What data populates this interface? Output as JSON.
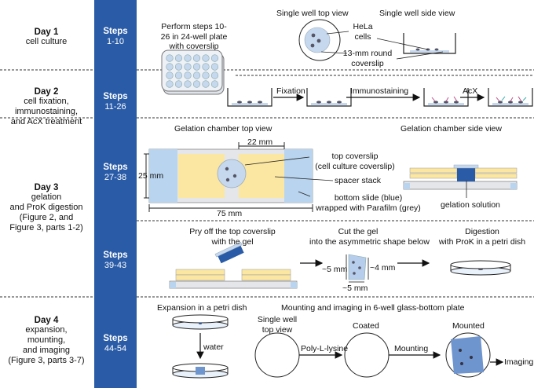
{
  "days": [
    {
      "title": "Day 1",
      "sub": [
        "cell culture"
      ]
    },
    {
      "title": "Day 2",
      "sub": [
        "cell fixation,",
        "immunostaining,",
        "and AcX treatment"
      ]
    },
    {
      "title": "Day 3",
      "sub": [
        "gelation",
        "and ProK digestion",
        "(Figure 2, and",
        "Figure 3, parts 1-2)"
      ]
    },
    {
      "title": "Day 4",
      "sub": [
        "expansion,",
        "mounting,",
        "and imaging",
        "(Figure 3, parts 3-7)"
      ]
    }
  ],
  "steps": [
    {
      "label": "Steps",
      "range": "1-10"
    },
    {
      "label": "Steps",
      "range": "11-26"
    },
    {
      "label": "Steps",
      "range": "27-38"
    },
    {
      "label": "Steps",
      "range": "39-43"
    },
    {
      "label": "Steps",
      "range": "44-54"
    }
  ],
  "day1": {
    "perform": [
      "Perform steps 10-",
      "26 in 24-well plate",
      "with coverslip"
    ],
    "top_view": "Single well top view",
    "side_view": "Single well side view",
    "hela": [
      "HeLa",
      "cells"
    ],
    "coverslip": [
      "13-mm round",
      "coverslip"
    ]
  },
  "day2": {
    "fixation": "Fixation",
    "immunostaining": "Immunostaining",
    "acx": "AcX"
  },
  "day3a": {
    "top_view": "Gelation chamber top view",
    "side_view": "Gelation chamber side view",
    "dim_22": "22 mm",
    "dim_25": "25 mm",
    "dim_75": "75 mm",
    "top_coverslip": [
      "top coverslip",
      "(cell culture coverslip)"
    ],
    "spacer": "spacer stack",
    "bottom_slide": [
      "bottom slide (blue)",
      "wrapped with Parafilm (grey)"
    ],
    "gelation_solution": "gelation solution"
  },
  "day3b": {
    "pry": [
      "Pry off the top coverslip",
      "with the gel"
    ],
    "cut": [
      "Cut the gel",
      "into the asymmetric shape below"
    ],
    "digestion": [
      "Digestion",
      "with ProK in a petri dish"
    ],
    "dim_5a": "~5 mm",
    "dim_4": "~4 mm",
    "dim_5b": "~5 mm"
  },
  "day4": {
    "expansion": "Expansion in a petri dish",
    "water": "water",
    "mounting_title": "Mounting and imaging in 6-well glass-bottom plate",
    "single_well": [
      "Single well",
      "top view"
    ],
    "coated": "Coated",
    "mounted": "Mounted",
    "poly": "Poly-L-lysine",
    "mounting": "Mounting",
    "imaging": "Imaging"
  },
  "colors": {
    "steps_bar": "#2a5ba7",
    "slide": "#b9d4ee",
    "spacer": "#fbe6a2",
    "gel": "#bcd3ee"
  }
}
